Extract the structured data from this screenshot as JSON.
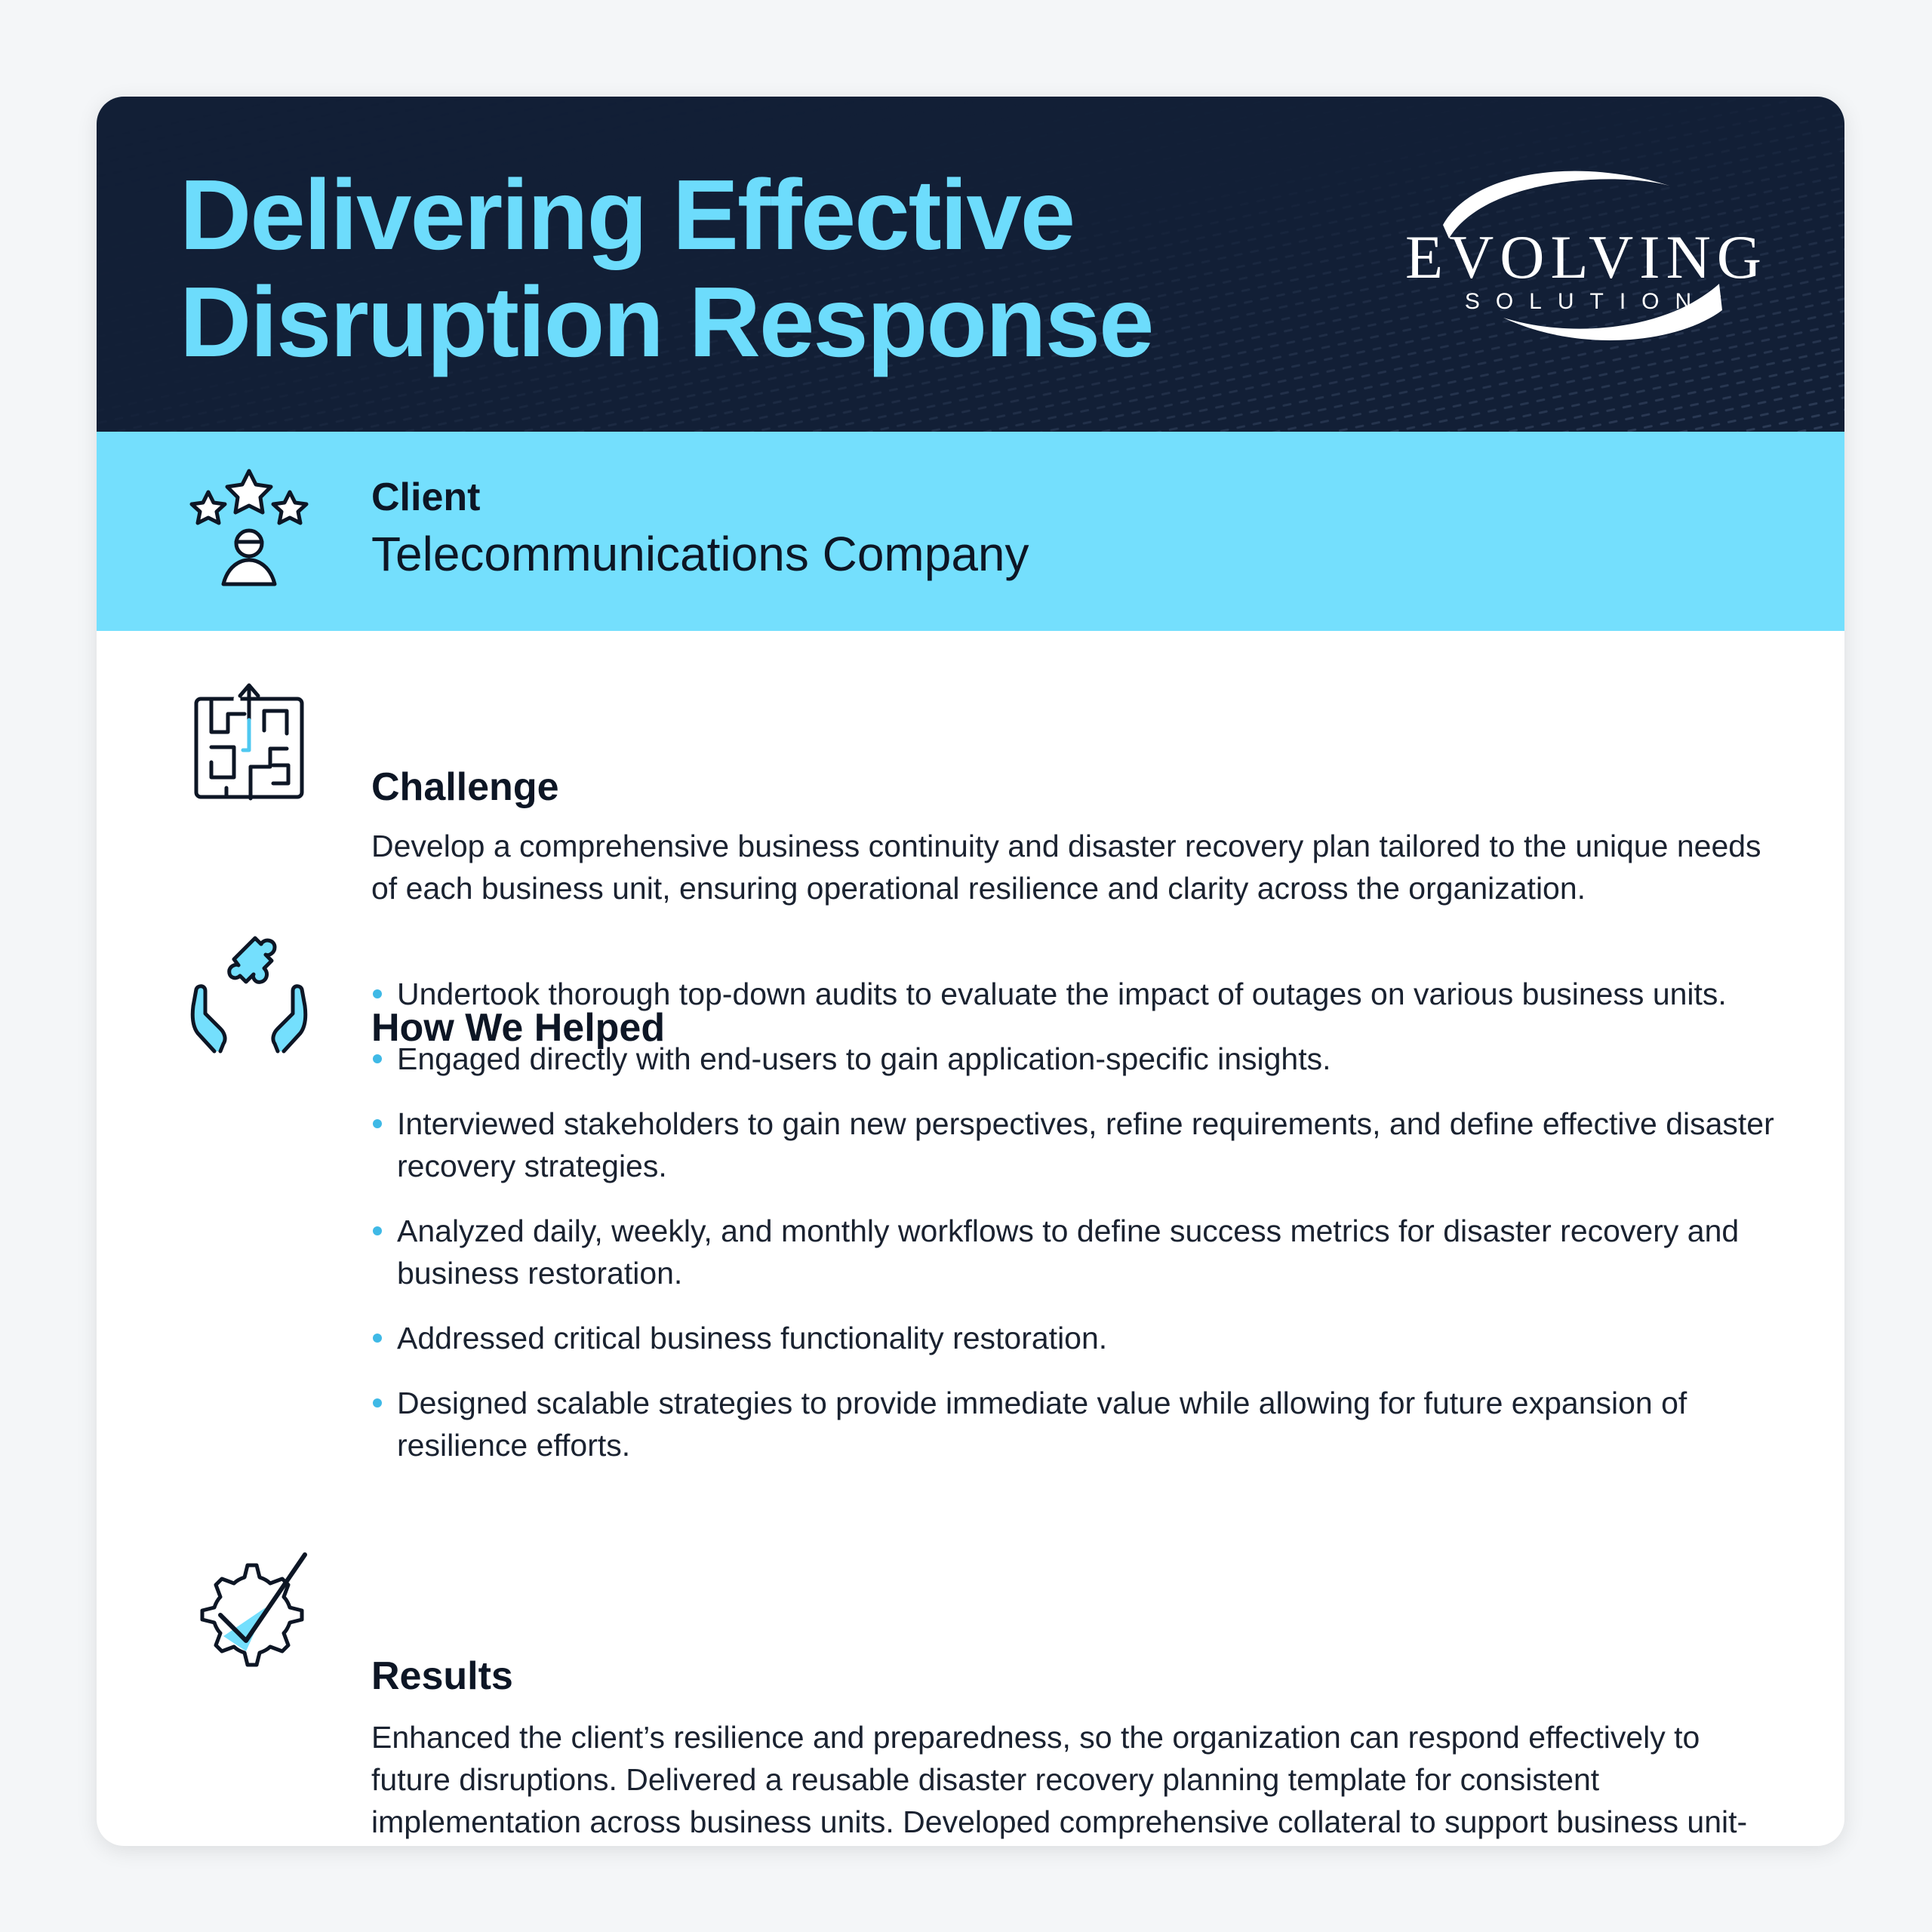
{
  "header": {
    "title_line1": "Delivering Effective",
    "title_line2": "Disruption Response",
    "logo_word": "EVOLVING",
    "logo_sub": "SOLUTIONS"
  },
  "client": {
    "heading": "Client",
    "name": "Telecommunications Company",
    "icon": "rating-stars-person-icon"
  },
  "challenge": {
    "heading": "Challenge",
    "text": "Develop a comprehensive business continuity and disaster recovery plan tailored to the unique needs of each business unit, ensuring operational resilience and clarity across the organization.",
    "icon": "maze-icon"
  },
  "helped": {
    "heading": "How We Helped",
    "icon": "hands-puzzle-icon",
    "items": [
      "Undertook thorough top-down audits to evaluate the impact of outages on various business units.",
      "Engaged directly with end-users to gain application-specific insights.",
      "Interviewed stakeholders to gain new perspectives, refine requirements, and define effective disaster recovery strategies.",
      "Analyzed daily, weekly, and monthly workflows to define success metrics for disaster recovery and business restoration.",
      "Addressed critical business functionality restoration.",
      "Designed scalable strategies to provide immediate value while allowing for future expansion of resilience efforts."
    ]
  },
  "results": {
    "heading": "Results",
    "text": "Enhanced the client’s resilience and preparedness, so the organization can respond effectively to future disruptions. Delivered a reusable disaster recovery planning template for consistent implementation across business units. Developed comprehensive collateral to support business unit-specific recovery and continuity efforts.",
    "icon": "gear-check-icon"
  },
  "colors": {
    "navy": "#121f36",
    "accent": "#6ddcfc",
    "band": "#74dffd",
    "bullet": "#3fb9e6"
  }
}
